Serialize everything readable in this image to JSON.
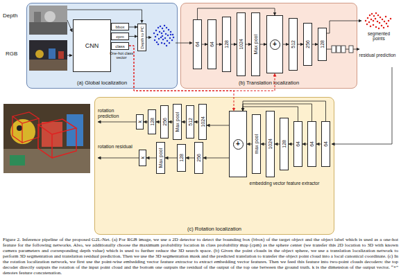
{
  "diagram": {
    "caption": "Figure 2. Inference pipeline of the proposed G2L-Net. (a) For RGB image, we use a 2D detector to detect the bounding box (bbox) of the target object and the object label which is used as a one-hot feature for the following networks. Also, we additionally choose the maximum probability location in class probability map (cpm) as the sphere center (we transfer this 2D location to 3D with known camera parameters and corresponding depth value) which is used to further reduce the 3D search space. (b) Given the point clouds in the object sphere, we use a translation localization network to perform 3D segmentation and translation residual prediction. Then we use the 3D segmentation mask and the predicted translation to transfer the object point cloud into a local canonical coordinate. (c) In the rotation localization network, we first use the point-wise embedding vector feature extractor to extract embedding vector features. Then we feed this feature into two-point clouds decoders: the top decoder directly outputs the rotation of the input point cloud and the bottom one outputs the residual of the output of the top one between the ground truth. k is the dimension of the output vector. “+” denotes feature concatenation.",
    "nodes": [
      {
        "text": [
          "(a) Global localization"
        ]
      },
      {
        "text": [
          "CNN"
        ],
        "in": 0
      },
      {
        "text": [
          "bbox"
        ],
        "in": 0
      },
      {
        "text": [
          "cpm"
        ],
        "in": 0
      },
      {
        "text": [
          "class"
        ],
        "in": 0
      },
      {
        "text": [
          "Depth to PC"
        ],
        "in": 0
      },
      {
        "text": [
          "(b) Translation localization"
        ]
      },
      {
        "text": [
          "64"
        ],
        "in": 6
      },
      {
        "text": [
          "64"
        ],
        "in": 6
      },
      {
        "text": [
          "128"
        ],
        "in": 6
      },
      {
        "text": [
          "1024"
        ],
        "in": 6
      },
      {
        "text": [
          "Max pool"
        ],
        "in": 6
      },
      {
        "text": [
          "+"
        ],
        "in": 6
      },
      {
        "text": [
          "512"
        ],
        "in": 6
      },
      {
        "text": [
          "256"
        ],
        "in": 6
      },
      {
        "text": [
          "128"
        ],
        "in": 6
      },
      {
        "text": [
          "(c) Rotation localization"
        ]
      },
      {
        "text": [
          "k"
        ],
        "in": 16
      },
      {
        "text": [
          "128"
        ],
        "in": 16
      },
      {
        "text": [
          "256"
        ],
        "in": 16
      },
      {
        "text": [
          "Max pool"
        ],
        "in": 16
      },
      {
        "text": [
          "512"
        ],
        "in": 16
      },
      {
        "text": [
          "1024"
        ],
        "in": 16
      },
      {
        "text": [
          "+"
        ],
        "in": 16
      },
      {
        "text": [
          "max pool"
        ],
        "in": 16
      },
      {
        "text": [
          "1024"
        ],
        "in": 16
      },
      {
        "text": [
          "128"
        ],
        "in": 16
      },
      {
        "text": [
          "64"
        ],
        "in": 16
      },
      {
        "text": [
          "64"
        ],
        "in": 16
      },
      {
        "text": [
          "64"
        ],
        "in": 16
      },
      {
        "text": [
          "k"
        ],
        "in": 16
      },
      {
        "text": [
          "Max pool"
        ],
        "in": 16
      },
      {
        "text": [
          "128"
        ],
        "in": 16
      },
      {
        "text": [
          "256"
        ],
        "in": 16
      }
    ],
    "edges": [
      {
        "from": 2,
        "to": 5,
        "arrow": "to"
      },
      {
        "from": 3,
        "to": 5,
        "arrow": "to"
      },
      {
        "from": 4,
        "to": 12,
        "arrow": "to"
      },
      {
        "from": 4,
        "to": 23,
        "arrow": "to"
      },
      {
        "from": 7,
        "to": 8,
        "arrow": "to"
      },
      {
        "from": 8,
        "to": 9,
        "arrow": "to"
      },
      {
        "from": 9,
        "to": 10,
        "arrow": "to"
      },
      {
        "from": 10,
        "to": 11,
        "arrow": "to"
      },
      {
        "from": 11,
        "to": 12,
        "arrow": "to"
      },
      {
        "from": 12,
        "to": 13,
        "arrow": "to"
      },
      {
        "from": 13,
        "to": 14,
        "arrow": "to"
      },
      {
        "from": 14,
        "to": 15,
        "arrow": "to"
      },
      {
        "from": 7,
        "to": 12,
        "arrow": "to"
      },
      {
        "from": 29,
        "to": 28,
        "arrow": "to"
      },
      {
        "from": 28,
        "to": 27,
        "arrow": "to"
      },
      {
        "from": 27,
        "to": 26,
        "arrow": "to"
      },
      {
        "from": 26,
        "to": 25,
        "arrow": "to"
      },
      {
        "from": 25,
        "to": 24,
        "arrow": "to"
      },
      {
        "from": 24,
        "to": 23,
        "arrow": "to"
      },
      {
        "from": 29,
        "to": 23,
        "arrow": "to"
      },
      {
        "from": 28,
        "to": 23,
        "arrow": "to"
      },
      {
        "from": 27,
        "to": 23,
        "arrow": "to"
      },
      {
        "from": 23,
        "to": 22,
        "arrow": "to"
      },
      {
        "from": 22,
        "to": 21,
        "arrow": "to"
      },
      {
        "from": 21,
        "to": 20,
        "arrow": "to"
      },
      {
        "from": 20,
        "to": 19,
        "arrow": "to"
      },
      {
        "from": 19,
        "to": 18,
        "arrow": "to"
      },
      {
        "from": 18,
        "to": 17,
        "arrow": "to"
      },
      {
        "from": 23,
        "to": 33,
        "arrow": "to"
      },
      {
        "from": 33,
        "to": 32,
        "arrow": "to"
      },
      {
        "from": 32,
        "to": 31,
        "arrow": "to"
      },
      {
        "from": 31,
        "to": 30,
        "arrow": "to"
      }
    ],
    "labels": [
      "Depth",
      "RGB",
      "One-hot class vector",
      "segmented points",
      "residual prediction",
      "rotation prediction",
      "rotation residual",
      "embedding vector feature extractor"
    ]
  }
}
